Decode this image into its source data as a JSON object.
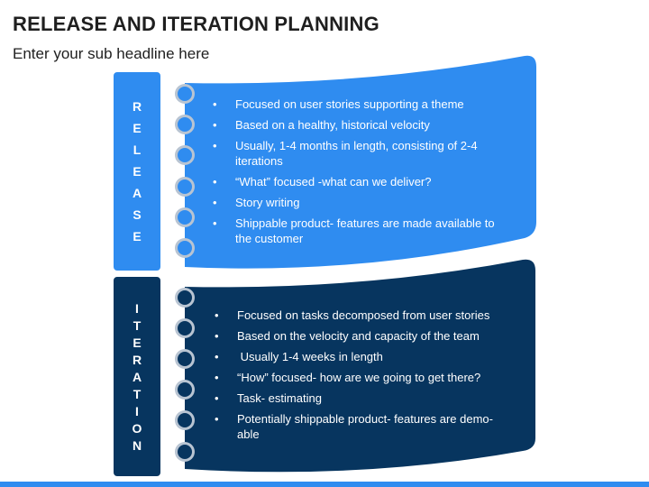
{
  "title": "RELEASE AND ITERATION PLANNING",
  "subtitle": "Enter your sub headline here",
  "colors": {
    "release": "#2f8cf0",
    "iteration": "#07355f",
    "ring": "#b8c4d2"
  },
  "release": {
    "label_letters": [
      "R",
      "E",
      "L",
      "E",
      "A",
      "S",
      "E"
    ],
    "bullets": [
      "Focused on user stories supporting a theme",
      "Based on a healthy, historical velocity",
      "Usually, 1-4 months in length, consisting of 2-4 iterations",
      "“What” focused -what can we deliver?",
      "Story writing",
      "Shippable product- features are made available to the customer"
    ]
  },
  "iteration": {
    "label_letters": [
      "I",
      "T",
      "E",
      "R",
      "A",
      "T",
      "I",
      "O",
      "N"
    ],
    "bullets": [
      "Focused on tasks decomposed from user stories",
      "Based on the velocity and capacity of the team",
      " Usually 1-4 weeks in length",
      "“How” focused- how are we going to get there?",
      "Task- estimating",
      "Potentially shippable product- features are demo-able"
    ]
  }
}
